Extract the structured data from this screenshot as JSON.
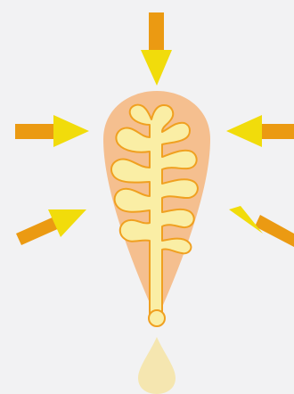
{
  "diagram": {
    "colors": {
      "background": "#f2f2f3",
      "gland_body": "#f5bf8f",
      "duct_fill": "#faeea5",
      "duct_stroke": "#f0a020",
      "droplet": "#f5e6b0",
      "arrow_shaft": "#eb9a12",
      "arrow_head": "#f1dc0b"
    },
    "arrows": [
      {
        "name": "top",
        "direction": "inward"
      },
      {
        "name": "left-upper",
        "direction": "inward"
      },
      {
        "name": "right-upper",
        "direction": "inward"
      },
      {
        "name": "left-lower",
        "direction": "inward"
      },
      {
        "name": "right-lower",
        "direction": "inward"
      }
    ],
    "secretion": {
      "name": "droplet",
      "direction": "outward"
    }
  }
}
